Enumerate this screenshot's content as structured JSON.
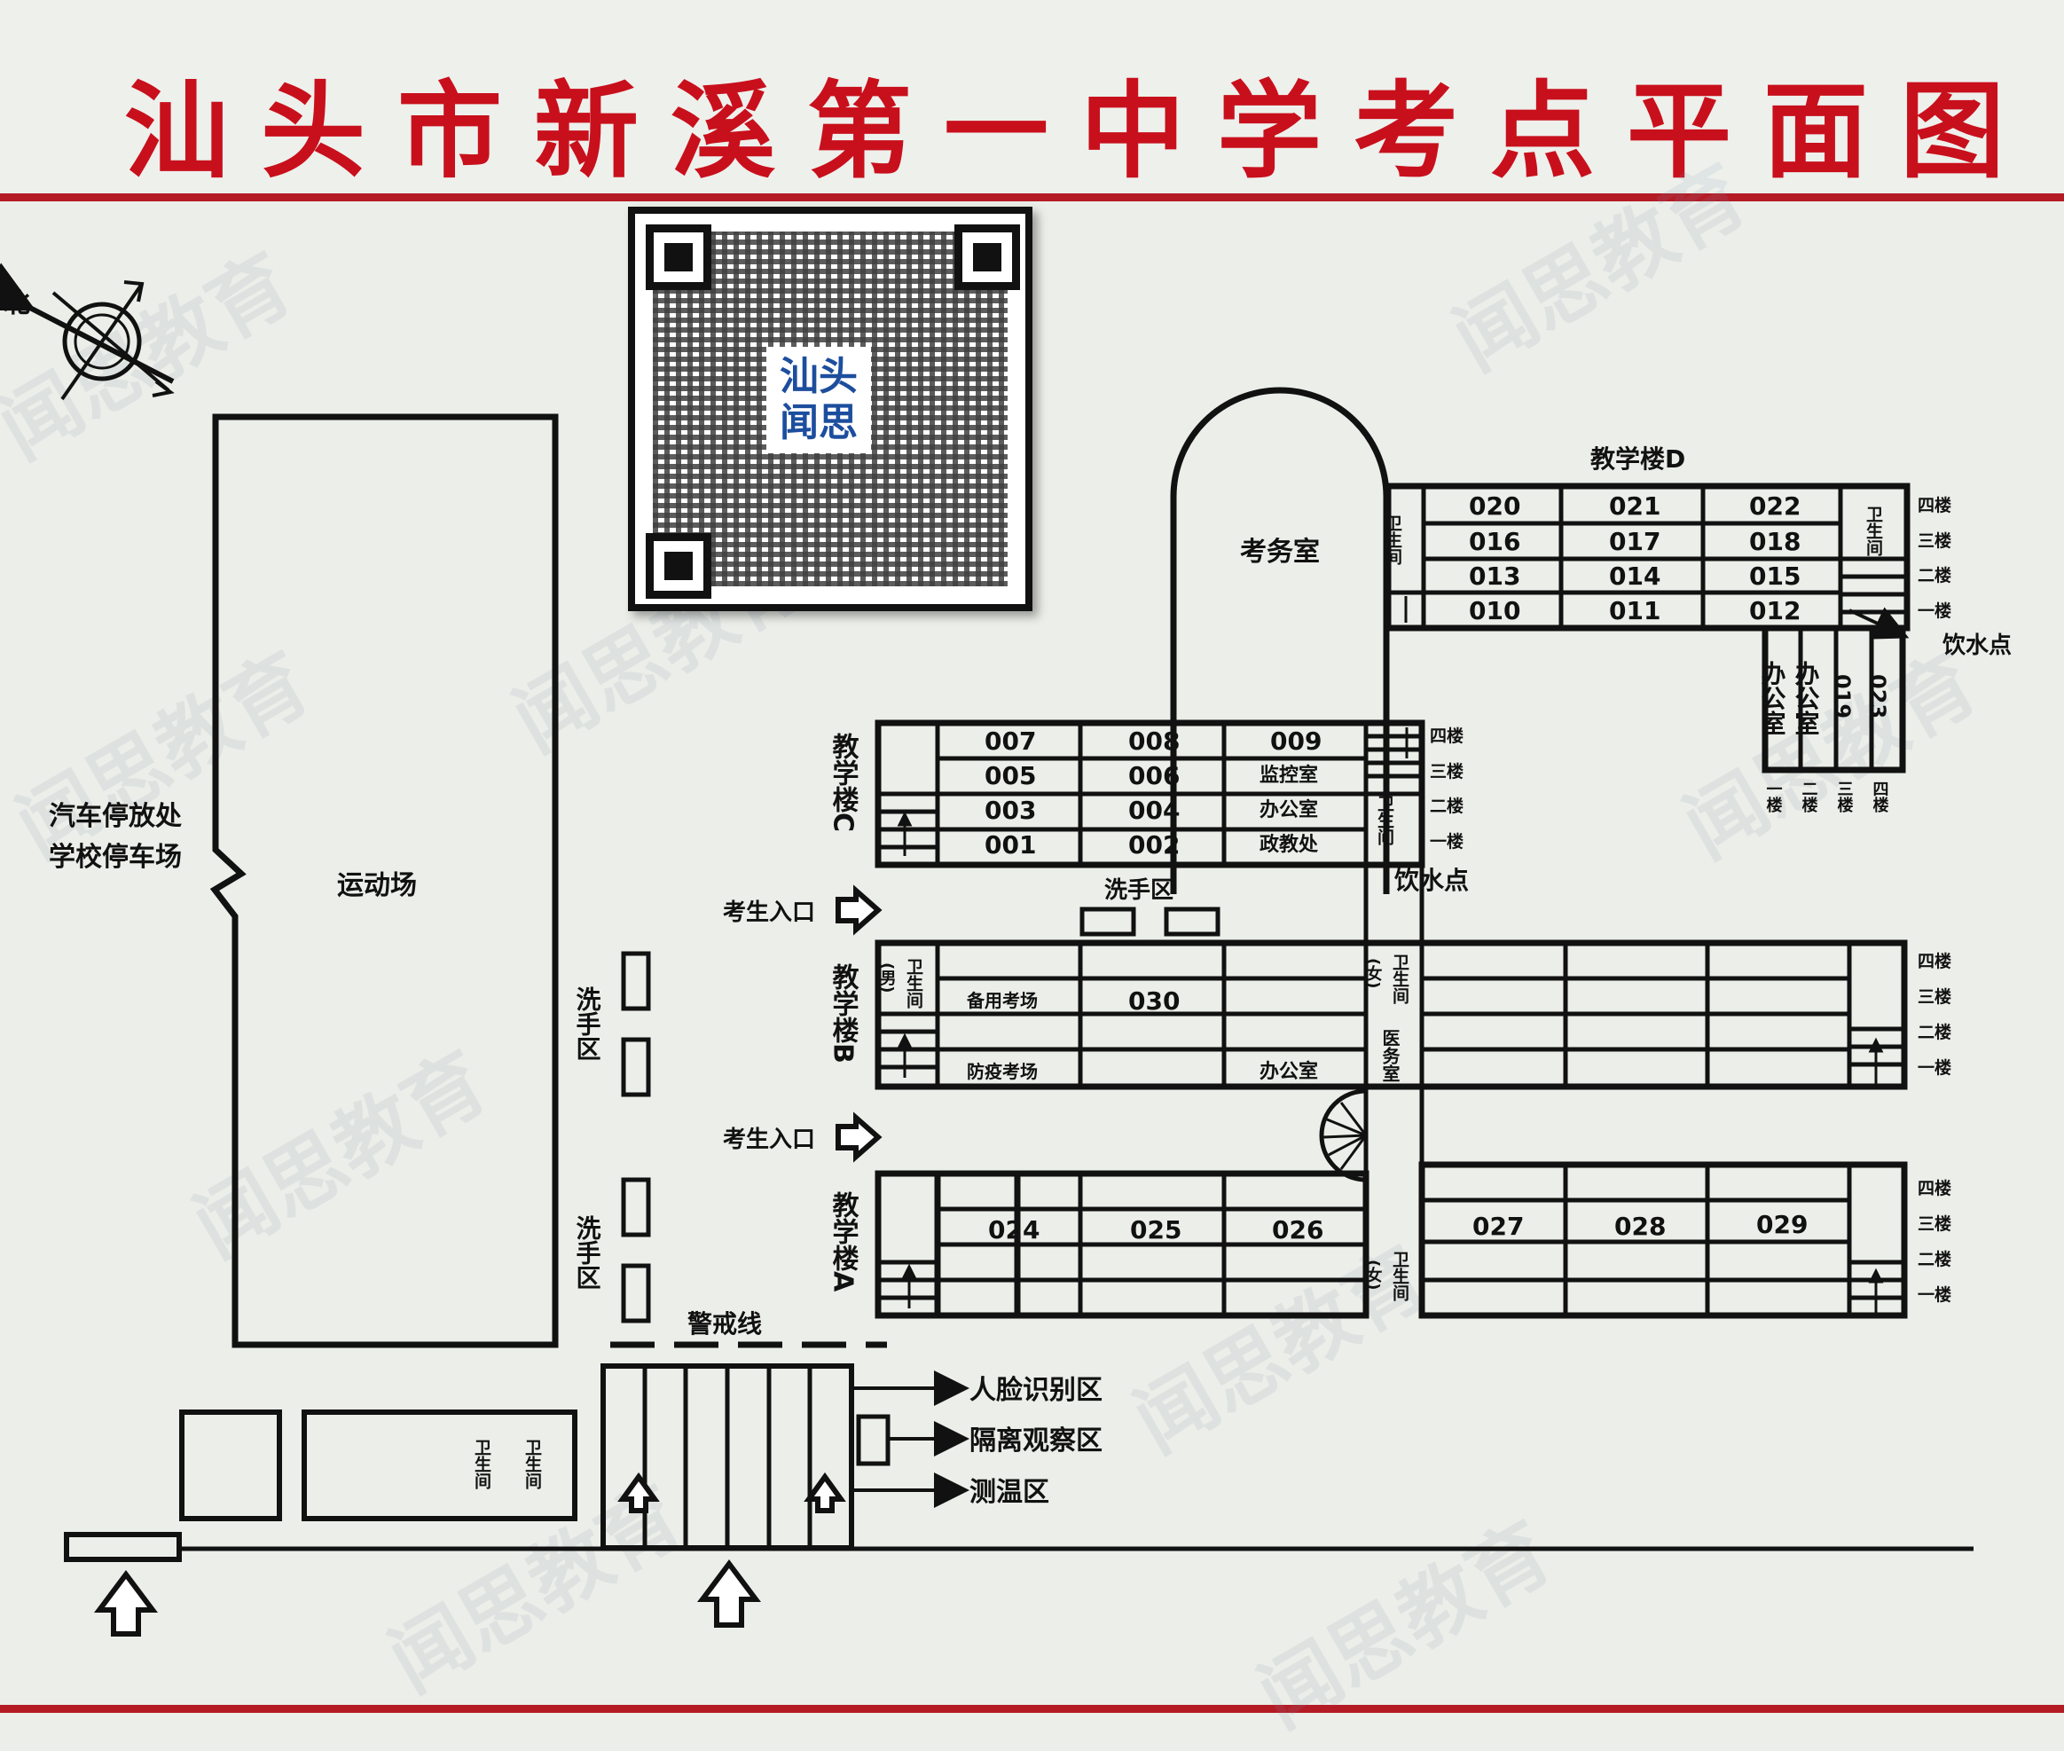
{
  "title": "汕头市新溪第一中学考点平面图",
  "watermark": "闻思教育",
  "qr_label": [
    "汕头",
    "闻思"
  ],
  "compass_label": "北",
  "parking": [
    "汽车停放处",
    "学校停车场"
  ],
  "sports_field": "运动场",
  "exam_office": "考务室",
  "washing_area": "洗手区",
  "candidate_entrance": "考生入口",
  "cordon": "警戒线",
  "drinking_water": "饮水点",
  "restroom": "卫生间",
  "restroom_male": "(男)",
  "restroom_female": "(女)",
  "medical_room": "医务室",
  "floors": [
    "四楼",
    "三楼",
    "二楼",
    "一楼"
  ],
  "building_d": {
    "name": "教学楼D",
    "rows": [
      [
        "020",
        "021",
        "022"
      ],
      [
        "016",
        "017",
        "018"
      ],
      [
        "013",
        "014",
        "015"
      ],
      [
        "010",
        "011",
        "012"
      ]
    ],
    "wing": [
      "办公室",
      "办公室",
      "019",
      "023"
    ],
    "wing_floors": [
      "一楼",
      "二楼",
      "三楼",
      "四楼"
    ]
  },
  "building_c": {
    "name": "教学楼C",
    "rows": [
      [
        "007",
        "008",
        "009"
      ],
      [
        "005",
        "006",
        "监控室"
      ],
      [
        "003",
        "004",
        "办公室"
      ],
      [
        "001",
        "002",
        "政教处"
      ]
    ]
  },
  "building_b": {
    "name": "教学楼B",
    "backup": "备用考场",
    "room": "030",
    "quarantine": "防疫考场",
    "office": "办公室"
  },
  "building_a": {
    "name": "教学楼A",
    "rooms": [
      "024",
      "025",
      "026",
      "027",
      "028",
      "029"
    ]
  },
  "checkpoints": [
    "人脸识别区",
    "隔离观察区",
    "测温区"
  ],
  "colors": {
    "title": "#c8101c",
    "rule": "#b51b24",
    "ink": "#111111",
    "bg": "#eceee9"
  }
}
